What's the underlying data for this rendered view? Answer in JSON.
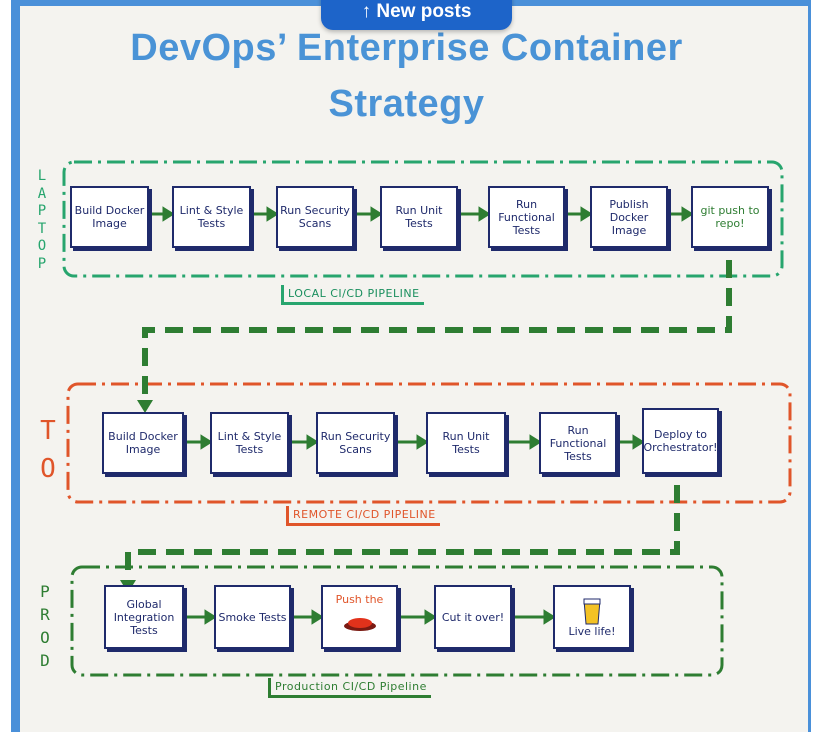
{
  "banner": {
    "label": "↑ New posts"
  },
  "title": {
    "line1": "DevOps’ Enterprise Container",
    "line2": "Strategy"
  },
  "lanes": {
    "laptop": {
      "side_letters": [
        "L",
        "A",
        "P",
        "T",
        "O",
        "P"
      ],
      "label": "LOCAL CI/CD PIPELINE",
      "steps": [
        "Build Docker Image",
        "Lint & Style Tests",
        "Run Security Scans",
        "Run Unit Tests",
        "Run Functional Tests",
        "Publish Docker Image",
        "git push to repo!"
      ]
    },
    "to": {
      "side_letters": [
        "T",
        "O"
      ],
      "label": "REMOTE CI/CD PIPELINE",
      "steps": [
        "Build Docker Image",
        "Lint & Style Tests",
        "Run Security Scans",
        "Run Unit Tests",
        "Run Functional Tests",
        "Deploy to Orchestrator!"
      ]
    },
    "prod": {
      "side_letters": [
        "P",
        "R",
        "O",
        "D"
      ],
      "label": "Production CI/CD Pipeline",
      "steps": [
        "Global Integration Tests",
        "Smoke Tests",
        "Push the",
        "Cut it over!",
        "Live life!"
      ]
    }
  },
  "colors": {
    "green": "#27a56e",
    "orange": "#e0552a",
    "dark_green": "#2e7d32",
    "navy": "#1f2a6b",
    "title_blue": "#4a93d6",
    "banner_blue": "#1d64c9"
  }
}
